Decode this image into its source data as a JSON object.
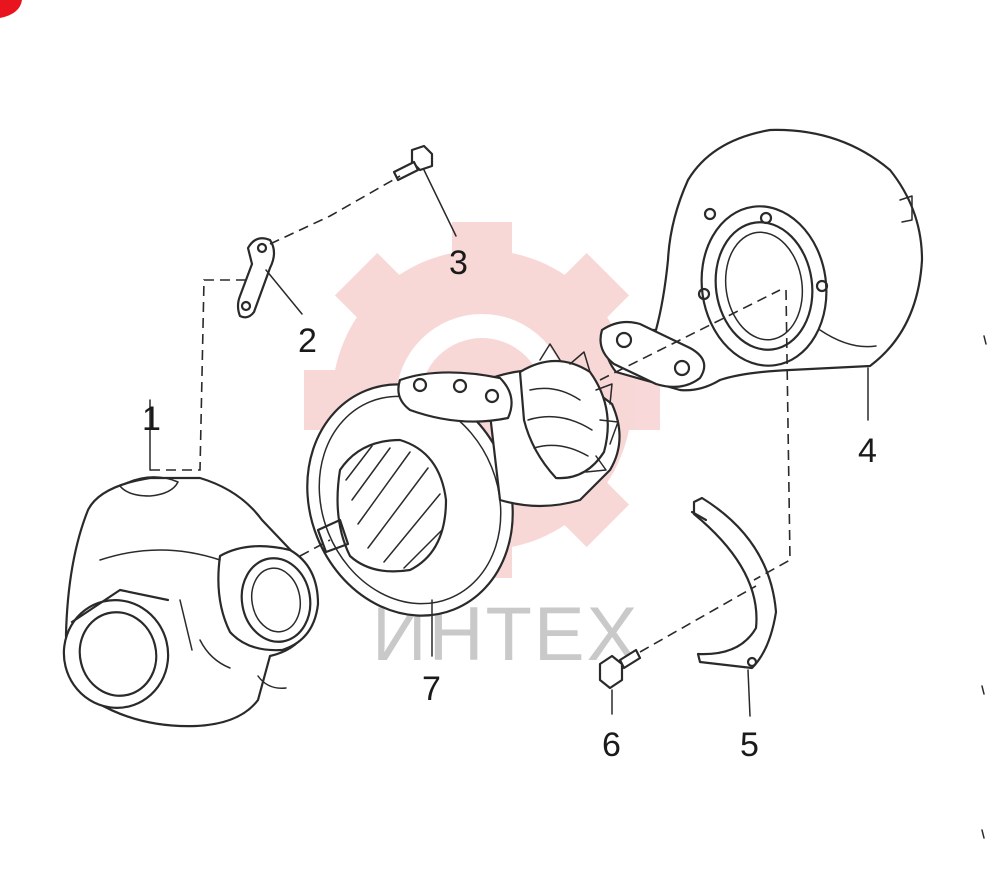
{
  "watermark": {
    "text": "ИНТЕХ",
    "color": "#f3b8b8"
  },
  "corner_mark_color": "#e8141e",
  "callouts": [
    {
      "id": "c1",
      "text": "1"
    },
    {
      "id": "c2",
      "text": "2"
    },
    {
      "id": "c3",
      "text": "3"
    },
    {
      "id": "c4",
      "text": "4"
    },
    {
      "id": "c5",
      "text": "5"
    },
    {
      "id": "c6",
      "text": "6"
    },
    {
      "id": "c7",
      "text": "7"
    }
  ]
}
